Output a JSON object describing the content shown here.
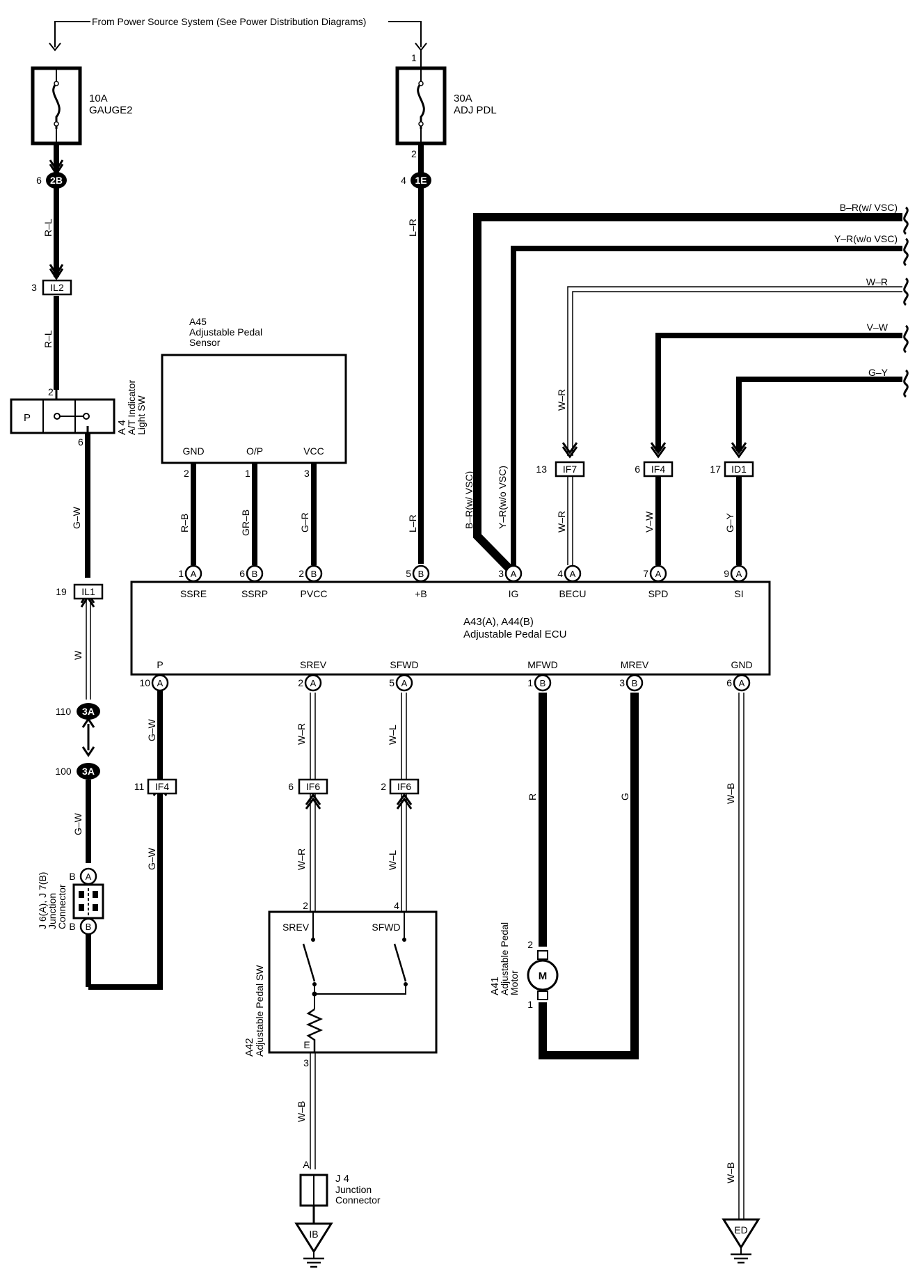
{
  "power_note": "From Power Source System (See Power Distribution Diagrams)",
  "fuses": {
    "gauge": {
      "amp": "10A",
      "name": "GAUGE2"
    },
    "adj": {
      "amp": "30A",
      "name": "ADJ PDL",
      "pin_top": "1",
      "pin_bottom": "2"
    }
  },
  "connectors": {
    "c2B": {
      "id": "2B",
      "pin": "6"
    },
    "c1E": {
      "id": "1E",
      "pin": "4"
    },
    "IL2": {
      "id": "IL2",
      "pin": "3"
    },
    "IL1": {
      "id": "IL1",
      "pin": "19"
    },
    "c3A_110": {
      "id": "3A",
      "pin": "110"
    },
    "c3A_100": {
      "id": "3A",
      "pin": "100"
    },
    "IF4_left": {
      "id": "IF4",
      "pin": "11"
    },
    "IF6_a": {
      "id": "IF6",
      "pin": "6"
    },
    "IF6_b": {
      "id": "IF6",
      "pin": "2"
    },
    "IF7": {
      "id": "IF7",
      "pin": "13"
    },
    "IF4_right": {
      "id": "IF4",
      "pin": "6"
    },
    "ID1": {
      "id": "ID1",
      "pin": "17"
    }
  },
  "wire_colors": {
    "r_l_1": "R–L",
    "r_l_2": "R–L",
    "g_w_1": "G–W",
    "w": "W",
    "g_w_2": "G–W",
    "g_w_3": "G–W",
    "g_w_4": "G–W",
    "r_b": "R–B",
    "gr_b": "GR–B",
    "g_r": "G–R",
    "l_r_1": "L–R",
    "l_r_2": "L–R",
    "b_r": "B–R(w/ VSC)",
    "y_r": "Y–R(w/o VSC)",
    "w_r_1": "W–R",
    "w_r_2": "W–R",
    "v_w": "V–W",
    "g_y": "G–Y",
    "w_r_3": "W–R",
    "w_r_4": "W–R",
    "w_l_1": "W–L",
    "w_l_2": "W–L",
    "r": "R",
    "g": "G",
    "w_b_1": "W–B",
    "w_b_2": "W–B",
    "w_b_3": "W–B"
  },
  "right_wires": {
    "b_r": "B–R(w/ VSC)",
    "y_r": "Y–R(w/o VSC)",
    "w_r": "W–R",
    "v_w": "V–W",
    "g_y": "G–Y"
  },
  "sensor": {
    "code": "A45",
    "name_line1": "Adjustable Pedal",
    "name_line2": "Sensor",
    "pins": [
      {
        "label": "GND",
        "num": "2"
      },
      {
        "label": "O/P",
        "num": "1"
      },
      {
        "label": "VCC",
        "num": "3"
      }
    ]
  },
  "light_sw": {
    "code": "A 4",
    "name_line1": "A/T Indicator",
    "name_line2": "Light SW",
    "p_label": "P",
    "pin_top": "2",
    "pin_bottom": "6"
  },
  "ecu": {
    "code": "A43(A), A44(B)",
    "name": "Adjustable Pedal ECU",
    "top_pins": [
      {
        "num": "1",
        "conn": "A",
        "label": "SSRE"
      },
      {
        "num": "6",
        "conn": "B",
        "label": "SSRP"
      },
      {
        "num": "2",
        "conn": "B",
        "label": "PVCC"
      },
      {
        "num": "5",
        "conn": "B",
        "label": "+B"
      },
      {
        "num": "3",
        "conn": "A",
        "label": "IG"
      },
      {
        "num": "4",
        "conn": "A",
        "label": "BECU"
      },
      {
        "num": "7",
        "conn": "A",
        "label": "SPD"
      },
      {
        "num": "9",
        "conn": "A",
        "label": "SI"
      }
    ],
    "bottom_pins": [
      {
        "num": "10",
        "conn": "A",
        "label": "P"
      },
      {
        "num": "2",
        "conn": "A",
        "label": "SREV"
      },
      {
        "num": "5",
        "conn": "A",
        "label": "SFWD"
      },
      {
        "num": "1",
        "conn": "B",
        "label": "MFWD"
      },
      {
        "num": "3",
        "conn": "B",
        "label": "MREV"
      },
      {
        "num": "6",
        "conn": "A",
        "label": "GND"
      }
    ]
  },
  "junction_j6": {
    "code": "J 6(A), J 7(B)",
    "name_line1": "Junction",
    "name_line2": "Connector",
    "pin_top": "B",
    "conn_top": "A",
    "pin_bottom": "B",
    "conn_bottom": "B"
  },
  "pedal_sw": {
    "code": "A42",
    "name": "Adjustable Pedal SW",
    "sw1": "SREV",
    "sw2": "SFWD",
    "e_label": "E",
    "pin_sw1": "2",
    "pin_sw2": "4",
    "pin_e": "3"
  },
  "motor": {
    "code": "A41",
    "name_line1": "Adjustable Pedal",
    "name_line2": "Motor",
    "symbol": "M",
    "pin_top": "2",
    "pin_bottom": "1"
  },
  "junction_j4": {
    "code": "J 4",
    "name_line1": "Junction",
    "name_line2": "Connector",
    "pin": "A"
  },
  "grounds": {
    "left": "IB",
    "right": "ED"
  }
}
